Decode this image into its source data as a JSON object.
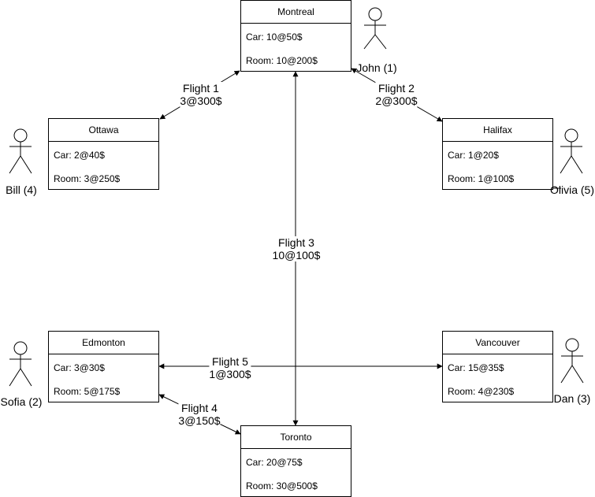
{
  "cities": {
    "montreal": {
      "name": "Montreal",
      "car": "Car: 10@50$",
      "room": "Room: 10@200$"
    },
    "ottawa": {
      "name": "Ottawa",
      "car": "Car: 2@40$",
      "room": "Room: 3@250$"
    },
    "halifax": {
      "name": "Halifax",
      "car": "Car: 1@20$",
      "room": "Room: 1@100$"
    },
    "edmonton": {
      "name": "Edmonton",
      "car": "Car: 3@30$",
      "room": "Room: 5@175$"
    },
    "vancouver": {
      "name": "Vancouver",
      "car": "Car: 15@35$",
      "room": "Room: 4@230$"
    },
    "toronto": {
      "name": "Toronto",
      "car": "Car: 20@75$",
      "room": "Room: 30@500$"
    }
  },
  "flights": {
    "f1": {
      "name": "Flight 1",
      "cap": "3@300$"
    },
    "f2": {
      "name": "Flight 2",
      "cap": "2@300$"
    },
    "f3": {
      "name": "Flight 3",
      "cap": "10@100$"
    },
    "f4": {
      "name": "Flight 4",
      "cap": "3@150$"
    },
    "f5": {
      "name": "Flight 5",
      "cap": "1@300$"
    }
  },
  "people": {
    "john": "John (1)",
    "bill": "Bill (4)",
    "olivia": "Olivia (5)",
    "sofia": "Sofia (2)",
    "dan": "Dan (3)"
  }
}
